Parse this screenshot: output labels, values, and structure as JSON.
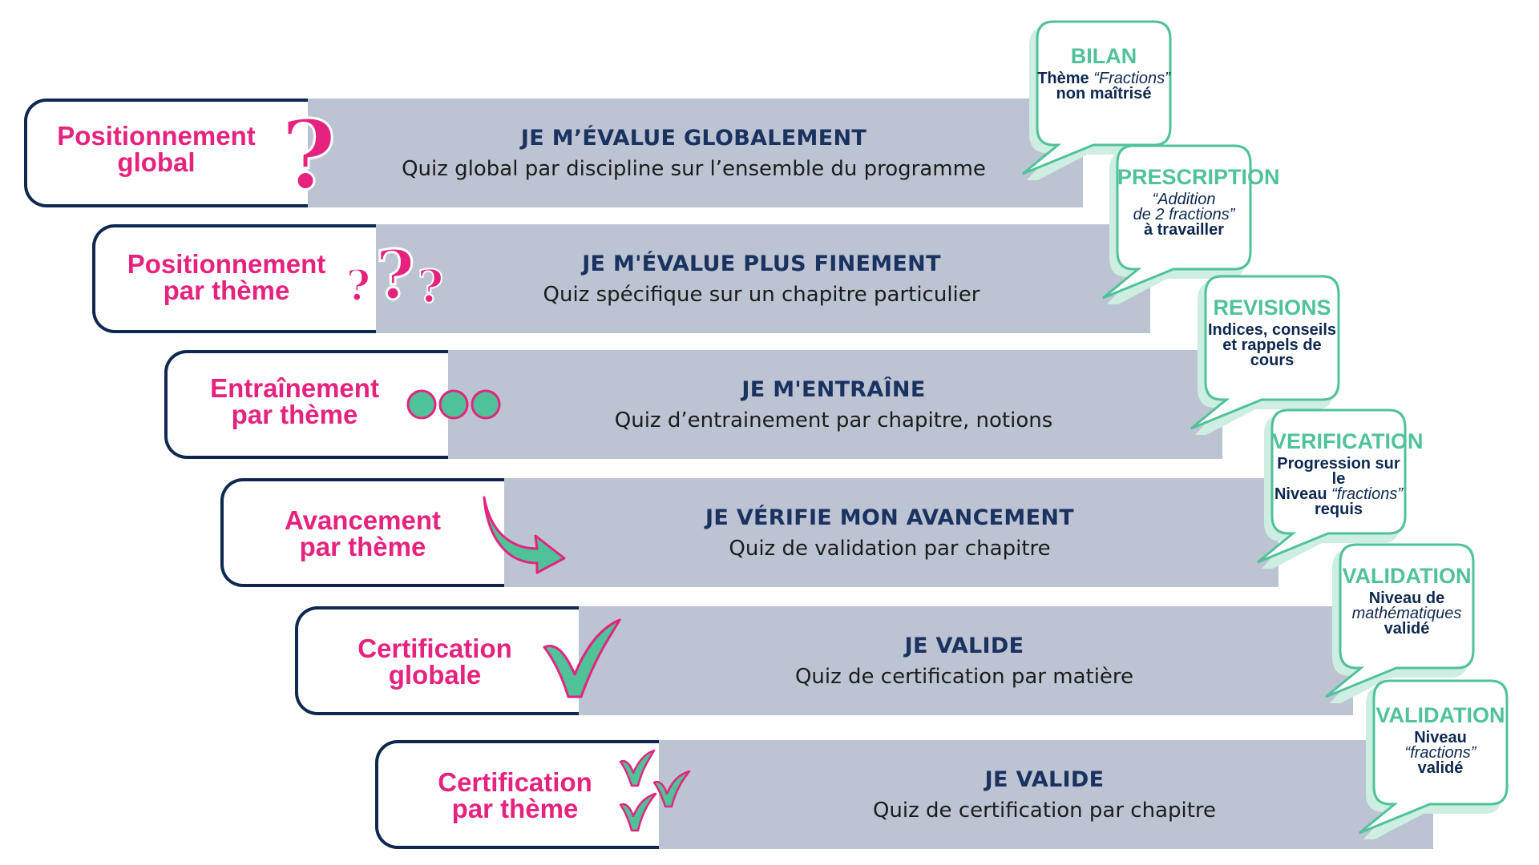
{
  "rows": [
    {
      "label_lines": [
        "Positionnement",
        "global"
      ],
      "title": "JE M’ÉVALUE GLOBALEMENT",
      "subtitle": "Quiz global par discipline sur l’ensemble du programme",
      "icon": "question-mark-icon",
      "bubble": {
        "title": "BILAN",
        "lines": [
          [
            {
              "t": "Thème  ",
              "s": "b"
            },
            {
              "t": "“Fractions”",
              "s": "i"
            }
          ],
          [
            {
              "t": "non maîtrisé",
              "s": "b"
            }
          ]
        ]
      }
    },
    {
      "label_lines": [
        "Positionnement",
        "par thème"
      ],
      "title": "JE M'ÉVALUE PLUS FINEMENT",
      "subtitle": "Quiz spécifique sur un chapitre particulier",
      "icon": "triple-question-marks-icon",
      "bubble": {
        "title": "PRESCRIPTION",
        "lines": [
          [
            {
              "t": "“Addition",
              "s": "i"
            }
          ],
          [
            {
              "t": "de 2 fractions”",
              "s": "i"
            }
          ],
          [
            {
              "t": "à travailler",
              "s": "b"
            }
          ]
        ]
      }
    },
    {
      "label_lines": [
        "Entraînement",
        "par thème"
      ],
      "title": "JE M'ENTRAÎNE",
      "subtitle": "Quiz d’entrainement par chapitre, notions",
      "icon": "three-dots-icon",
      "bubble": {
        "title": "REVISIONS",
        "lines": [
          [
            {
              "t": "Indices, conseils",
              "s": "b"
            }
          ],
          [
            {
              "t": "et rappels de",
              "s": "b"
            }
          ],
          [
            {
              "t": "cours",
              "s": "b"
            }
          ]
        ]
      }
    },
    {
      "label_lines": [
        "Avancement",
        "par thème"
      ],
      "title": "JE VÉRIFIE  MON AVANCEMENT",
      "subtitle": "Quiz de validation par chapitre",
      "icon": "curved-arrow-icon",
      "bubble": {
        "title": "VERIFICATION",
        "lines": [
          [
            {
              "t": "Progression sur le",
              "s": "b"
            }
          ],
          [
            {
              "t": "Niveau ",
              "s": "b"
            },
            {
              "t": "“fractions”",
              "s": "i"
            }
          ],
          [
            {
              "t": "requis",
              "s": "b"
            }
          ]
        ]
      }
    },
    {
      "label_lines": [
        "Certification",
        "globale"
      ],
      "title": "JE VALIDE",
      "subtitle": "Quiz de certification par matière",
      "icon": "checkmark-icon",
      "bubble": {
        "title": "VALIDATION",
        "lines": [
          [
            {
              "t": "Niveau de",
              "s": "b"
            }
          ],
          [
            {
              "t": "mathématiques",
              "s": "i"
            }
          ],
          [
            {
              "t": "validé",
              "s": "b"
            }
          ]
        ]
      }
    },
    {
      "label_lines": [
        "Certification",
        "par thème"
      ],
      "title": "JE VALIDE",
      "subtitle": "Quiz de certification par chapitre",
      "icon": "triple-checkmarks-icon",
      "bubble": {
        "title": "VALIDATION",
        "lines": [
          [
            {
              "t": "Niveau",
              "s": "b"
            }
          ],
          [
            {
              "t": "“fractions”",
              "s": "i"
            }
          ],
          [
            {
              "t": "validé",
              "s": "b"
            }
          ]
        ]
      }
    }
  ],
  "colors": {
    "label": "#e5237e",
    "navy": "#0e2850",
    "bar": "#bcc3d2",
    "teal": "#4fc29a",
    "bubble_shadow": "#cdeee1"
  }
}
